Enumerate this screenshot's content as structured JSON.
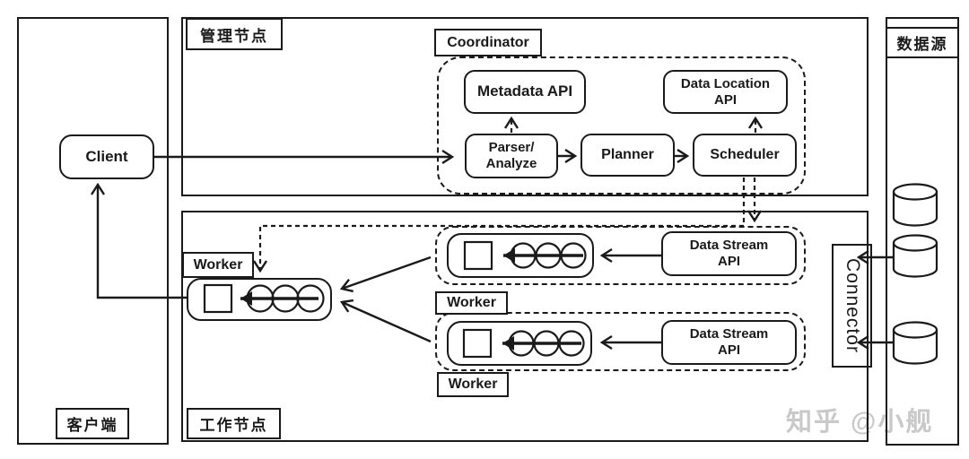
{
  "diagram": {
    "panels": {
      "client": {
        "label": "客户端"
      },
      "management": {
        "label": "管理节点"
      },
      "worker": {
        "label": "工作节点"
      },
      "datasource": {
        "label": "数据源"
      }
    },
    "nodes": {
      "client": "Client",
      "coordinator": "Coordinator",
      "metadata_api": "Metadata API",
      "data_location_line1": "Data Location",
      "data_location_line2": "API",
      "parser_line1": "Parser/",
      "parser_line2": "Analyze",
      "planner": "Planner",
      "scheduler": "Scheduler",
      "worker_left": "Worker",
      "worker_mid": "Worker",
      "worker_bottom": "Worker",
      "data_stream_top_line1": "Data Stream",
      "data_stream_top_line2": "API",
      "data_stream_bottom_line1": "Data Stream",
      "data_stream_bottom_line2": "API",
      "connector": "Connector"
    },
    "watermark": "知乎 @小舰",
    "colors": {
      "line": "#1a1a1a",
      "background": "#ffffff",
      "watermark": "#c9c9c9"
    }
  }
}
